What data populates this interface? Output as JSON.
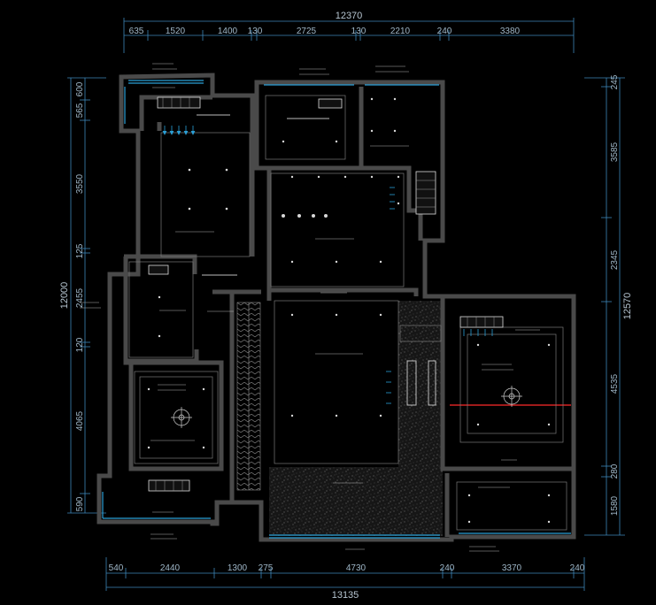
{
  "dimensions": {
    "top_total": "12370",
    "top_segments": [
      "635",
      "1520",
      "1400",
      "130",
      "2725",
      "130",
      "2210",
      "240",
      "3380"
    ],
    "bottom_total": "13135",
    "bottom_segments": [
      "540",
      "2440",
      "1300",
      "275",
      "4730",
      "240",
      "3370",
      "240"
    ],
    "left_total": "12000",
    "left_segments": [
      "600",
      "565",
      "3550",
      "125",
      "2455",
      "120",
      "4065",
      "590"
    ],
    "right_total": "12570",
    "right_segments": [
      "245",
      "3585",
      "2345",
      "4535",
      "280",
      "1580"
    ]
  },
  "colors": {
    "background": "#000000",
    "wall": "#4a4a4a",
    "dimension": "#3e86b8",
    "window": "#2a9fd6",
    "accent": "#ff2a2a"
  }
}
